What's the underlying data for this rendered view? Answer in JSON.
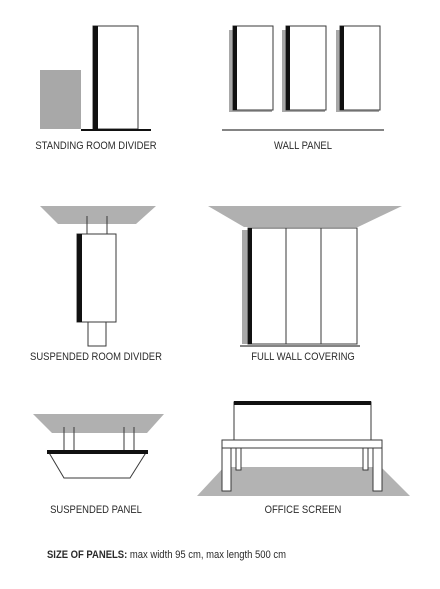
{
  "labels": {
    "standing_room_divider": "STANDING ROOM DIVIDER",
    "wall_panel": "WALL PANEL",
    "suspended_room_divider": "SUSPENDED ROOM DIVIDER",
    "full_wall_covering": "FULL WALL COVERING",
    "suspended_panel": "SUSPENDED PANEL",
    "office_screen": "OFFICE SCREEN"
  },
  "footnote": {
    "heading": "SIZE OF PANELS:",
    "text": " max width 95 cm, max length 500 cm"
  },
  "colors": {
    "shadow_gray": "#a8a8a8",
    "ceiling_gray": "#b0b0b0",
    "floor_gray": "#b3b3b3",
    "panel_edge": "#111111",
    "outline": "#3a3a3a",
    "panel_fill": "#ffffff"
  }
}
